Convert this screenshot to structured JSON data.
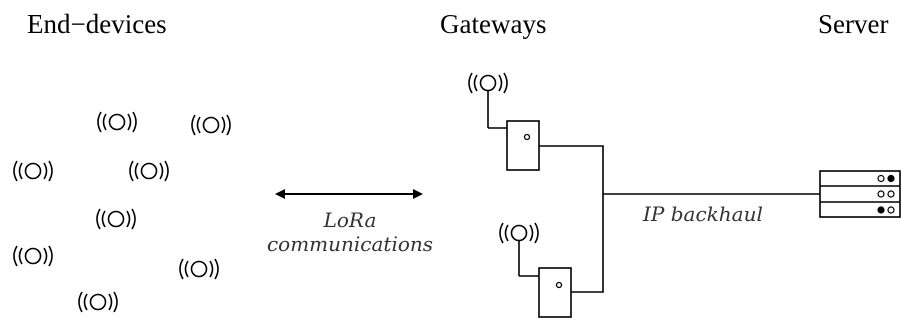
{
  "headings": {
    "end_devices": "End−devices",
    "gateways": "Gateways",
    "server": "Server"
  },
  "labels": {
    "lora_line1": "LoRa",
    "lora_line2": "communications",
    "ip_backhaul": "IP backhaul"
  },
  "icons": {
    "device": "radio-antenna-icon",
    "gateway": "gateway-box-icon",
    "server": "server-rack-icon"
  },
  "colors": {
    "stroke": "#000000",
    "label_text": "#333333"
  }
}
